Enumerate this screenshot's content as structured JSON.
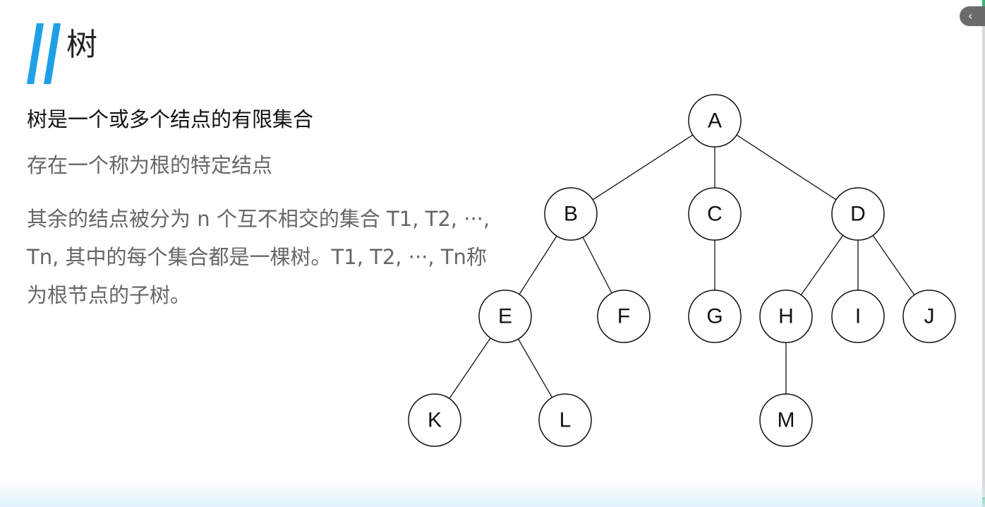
{
  "slide": {
    "title": "树",
    "accent_color": "#1ea0e6",
    "paragraphs": {
      "first": "树是一个或多个结点的有限集合",
      "second_a": "存在一个称为根的",
      "second_b": "特定结点",
      "third": "其余的结点被分为 n 个互不相交的集合 T1, T2, ···, Tn, 其中的每个集合都是一棵树。T1, T2, ···, Tn称为根节点的子树。"
    }
  },
  "tree": {
    "nodes": [
      {
        "id": "A",
        "label": "A"
      },
      {
        "id": "B",
        "label": "B"
      },
      {
        "id": "C",
        "label": "C"
      },
      {
        "id": "D",
        "label": "D"
      },
      {
        "id": "E",
        "label": "E"
      },
      {
        "id": "F",
        "label": "F"
      },
      {
        "id": "G",
        "label": "G"
      },
      {
        "id": "H",
        "label": "H"
      },
      {
        "id": "I",
        "label": "I"
      },
      {
        "id": "J",
        "label": "J"
      },
      {
        "id": "K",
        "label": "K"
      },
      {
        "id": "L",
        "label": "L"
      },
      {
        "id": "M",
        "label": "M"
      }
    ],
    "edges": [
      [
        "A",
        "B"
      ],
      [
        "A",
        "C"
      ],
      [
        "A",
        "D"
      ],
      [
        "B",
        "E"
      ],
      [
        "B",
        "F"
      ],
      [
        "C",
        "G"
      ],
      [
        "D",
        "H"
      ],
      [
        "D",
        "I"
      ],
      [
        "D",
        "J"
      ],
      [
        "E",
        "K"
      ],
      [
        "E",
        "L"
      ],
      [
        "H",
        "M"
      ]
    ]
  },
  "ui": {
    "collapse_icon": "chevron-left-icon",
    "collapse_glyph": "‹"
  }
}
